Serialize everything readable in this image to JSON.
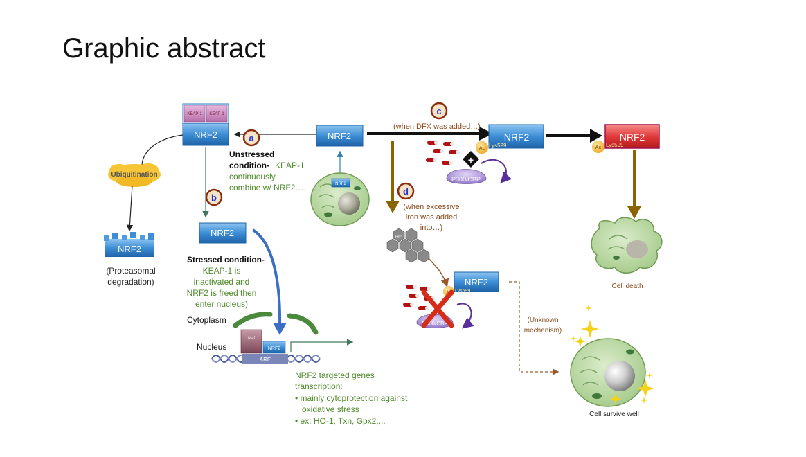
{
  "slide": {
    "title": "Graphic abstract"
  },
  "diagram": {
    "keap_left": "KEAP-1",
    "keap_right": "KEAP-1",
    "nrf2_complex": "NRF2",
    "ubiquitination": "Ubiquitination",
    "nrf2_degraded": "NRF2",
    "proteasomal_line1": "(Proteasomal",
    "proteasomal_line2": "degradation)",
    "marker_a": "a",
    "marker_b": "b",
    "marker_c": "c",
    "marker_d": "d",
    "unstressed_bold1": "Unstressed",
    "unstressed_bold2": "condition-",
    "unstressed_line2_green": "KEAP-1",
    "unstressed_line3": "continuously",
    "unstressed_line4": "combine w/ NRF2….",
    "nrf2_cytoplasm": "NRF2",
    "nrf2_cell_small": "NRF2",
    "nrf2_stressed": "NRF2",
    "stressed_bold": "Stressed condition-",
    "stressed_line2": "KEAP-1 is",
    "stressed_line3": "inactivated and",
    "stressed_line4": "NRF2 is freed then",
    "stressed_line5": "enter nucleus)",
    "cytoplasm": "Cytoplasm",
    "nucleus": "Nucleus",
    "maf": "Maf",
    "nrf2_dna": "NRF2",
    "are": "ARE",
    "genes_line1": "NRF2 targeted genes",
    "genes_line2": "transcription:",
    "genes_line3": "• mainly cytoprotection against",
    "genes_line4": "oxidative stress",
    "genes_line5": "• ex: HO-1, Txn, Gpx2,...",
    "dfx_text": "(when DFX was added…)",
    "nrf2_acetyl": "NRF2",
    "lys1": "Lys599",
    "ac1": "Ac",
    "p300": "P300/CBP",
    "plus": "+",
    "nrf2_red": "NRF2",
    "lys2": "Lys599",
    "ac2": "Ac",
    "cell_death": "Cell death",
    "iron_line1": "(when excessive",
    "iron_line2": "iron was added",
    "iron_line3": "into…)",
    "fe_label": "Fe³⁺",
    "nrf2_iron": "NRF2",
    "lys3": "Lys599",
    "ac3": "Ac",
    "p300_blocked": "P300/CBP",
    "unknown_line1": "(Unknown",
    "unknown_line2": "mechanism)",
    "cell_survive": "Cell survive well"
  },
  "colors": {
    "nrf2_blue": "#2f7fc8",
    "nrf2_red": "#e23b3b",
    "green_text": "#4f8a2b",
    "brown_text": "#8a4b1c",
    "olive_arrow": "#8a6400",
    "blue_arrow": "#3a6fc4",
    "marker_ring": "#8b2c0c",
    "marker_letter": "#2a36c8"
  }
}
